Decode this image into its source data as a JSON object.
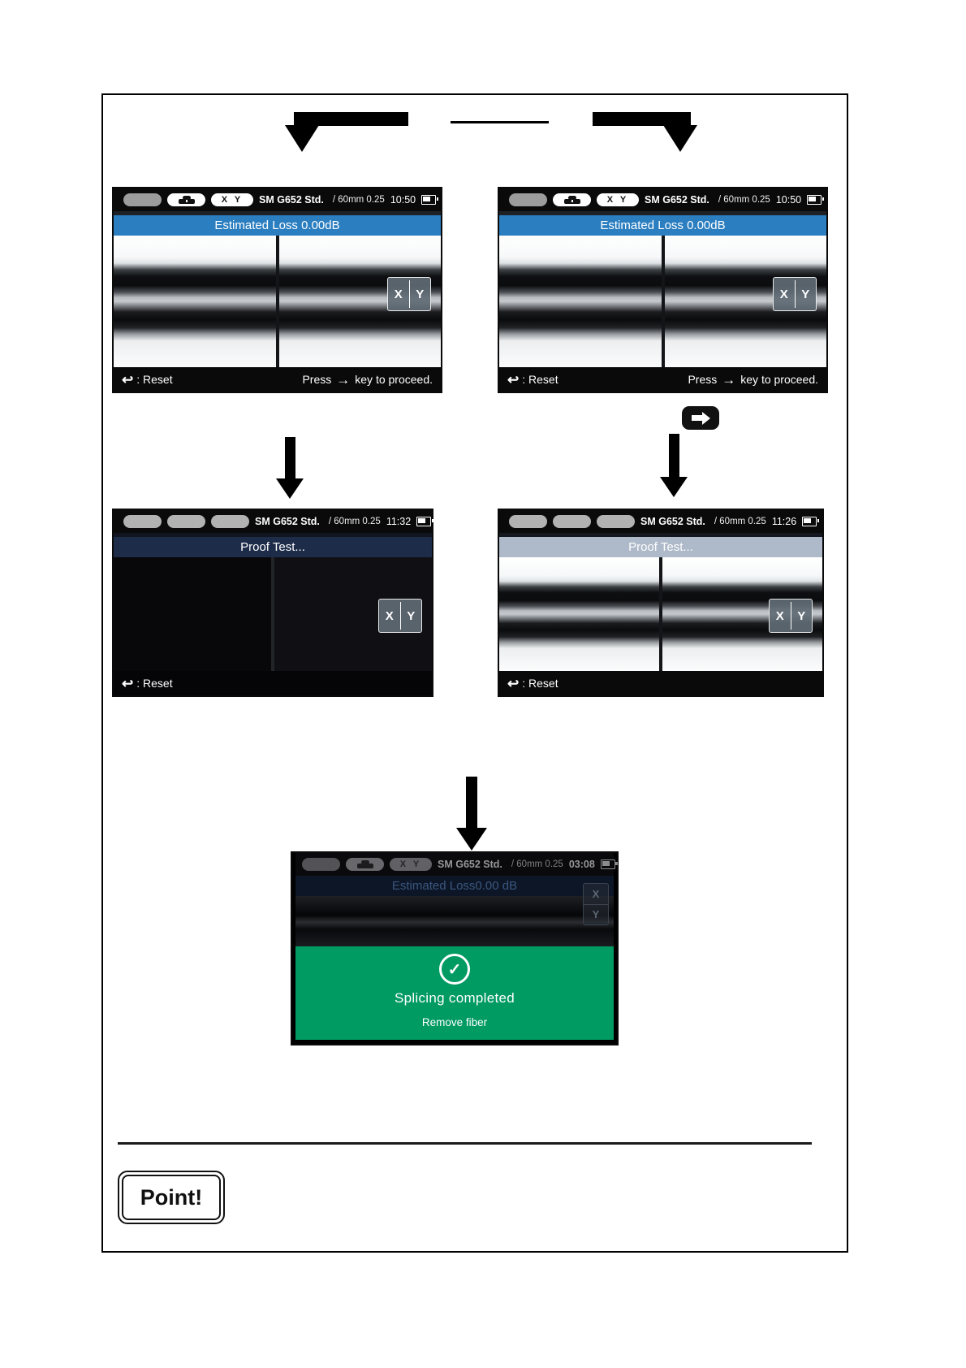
{
  "colors": {
    "title_blue": "#2b7ec0",
    "proof_navy": "#1d2c49",
    "proof_lightblue": "#aeb9c9",
    "success_green": "#009a63",
    "status_black": "#0a0a0a"
  },
  "icons": {
    "back_arrow": "↩",
    "proceed_arrow": "→",
    "check": "✓",
    "xy_divider": "X Y"
  },
  "point_label": "Point!",
  "screens": {
    "s1": {
      "status": {
        "xy_pill": "X Y",
        "model": "SM G652 Std.",
        "mode": "/ 60mm 0.25",
        "time": "10:50"
      },
      "title": "Estimated Loss 0.00dB",
      "xy": {
        "x": "X",
        "y": "Y"
      },
      "footer": {
        "reset": ": Reset",
        "press": "Press",
        "proceed": "key to proceed."
      }
    },
    "s2": {
      "status": {
        "xy_pill": "X Y",
        "model": "SM G652 Std.",
        "mode": "/ 60mm 0.25",
        "time": "10:50"
      },
      "title": "Estimated Loss 0.00dB",
      "xy": {
        "x": "X",
        "y": "Y"
      },
      "footer": {
        "reset": ": Reset",
        "press": "Press",
        "proceed": "key to proceed."
      }
    },
    "s3": {
      "status": {
        "model": "SM G652 Std.",
        "mode": "/ 60mm 0.25",
        "time": "11:32"
      },
      "title": "Proof Test...",
      "xy": {
        "x": "X",
        "y": "Y"
      },
      "footer": {
        "reset": ": Reset"
      }
    },
    "s4": {
      "status": {
        "model": "SM G652 Std.",
        "mode": "/ 60mm 0.25",
        "time": "11:26"
      },
      "title": "Proof Test...",
      "xy": {
        "x": "X",
        "y": "Y"
      },
      "footer": {
        "reset": ": Reset"
      }
    },
    "s5": {
      "status": {
        "xy_pill": "X Y",
        "model": "SM G652 Std.",
        "mode": "/ 60mm 0.25",
        "time": "03:08"
      },
      "title": "Estimated Loss0.00 dB",
      "xy": {
        "x": "X",
        "y": "Y"
      },
      "green": {
        "headline": "Splicing completed",
        "sub": "Remove fiber"
      }
    }
  }
}
